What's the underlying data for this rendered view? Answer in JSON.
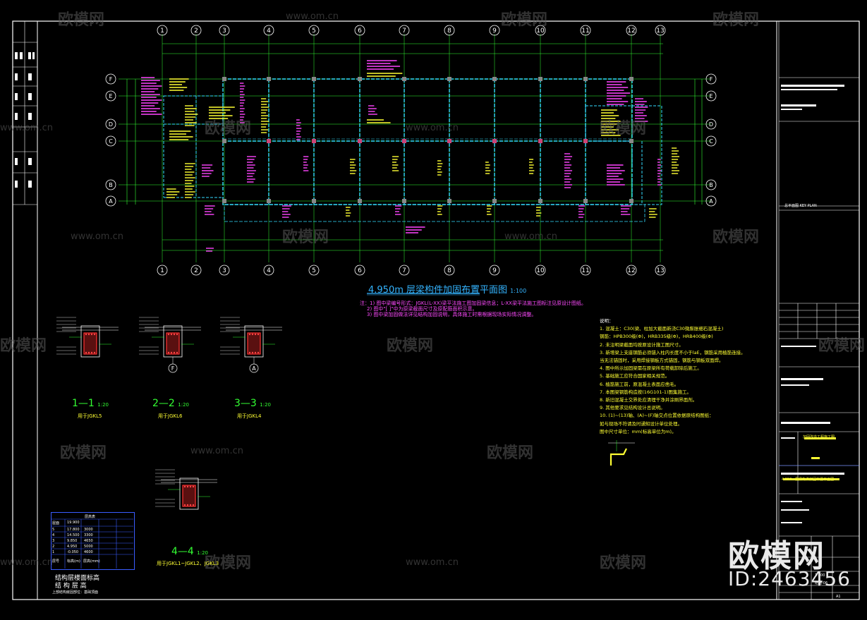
{
  "drawing": {
    "plan_title": "4.950m 层梁构件加固布置平面图",
    "plan_scale": "1:100",
    "plan_notes": [
      "注：1) 图中梁编号形式：JGKL(L-XX)梁平法施工图加固梁信息；L-XX梁平法施工图标注见原设计图纸。",
      "2) 图中\"[ ]\"中为原梁截面尺寸及原配筋面积示意。",
      "3) 图中梁加固做法详见结构加固说明，具体施工时需根据现场实际情况调整。"
    ]
  },
  "grids": {
    "columns": [
      "1",
      "2",
      "3",
      "4",
      "5",
      "6",
      "7",
      "8",
      "9",
      "10",
      "11",
      "12",
      "13"
    ],
    "rows": [
      "F",
      "E",
      "D",
      "C",
      "B",
      "A"
    ]
  },
  "sections": [
    {
      "label": "1—1",
      "scale": "1:20",
      "sub": "用于JGKL5"
    },
    {
      "label": "2—2",
      "scale": "1:20",
      "sub": "用于JGKL6"
    },
    {
      "label": "3—3",
      "scale": "1:20",
      "sub": "用于JGKL4"
    },
    {
      "label": "4—4",
      "scale": "1:20",
      "sub": "用于JGKL1~JGKL2、JGKL3"
    }
  ],
  "notes": {
    "heading": "说明：",
    "items": [
      "1. 混凝土：C30(梁、柱加大截面新浇C30微膨胀细石混凝土)",
      "   钢筋：HPB300级(Φ)，HRB335级(Φ)，HRB400级(Φ)",
      "2. 未注明梁截面均按原设计施工图尺寸。",
      "3. 新增梁上支座钢筋必须锚入柱内长度不小于laE，钢筋采用植筋连接。",
      "   当无法锚固时，采用焊接钢板方式锚固，钢筋与钢板双面焊。",
      "4. 图中所示加固梁需在原梁所有荷载卸除后施工。",
      "5. 基础施工应符合国家相关规范。",
      "6. 植筋施工前，原混凝土表面应凿毛。",
      "7. 本图梁钢筋构造按(16G101-1)图集施工。",
      "8. 新旧混凝土交界处应清理干净并涂刷界面剂。",
      "9. 其他要求见结构设计总说明。",
      "10. (1)~(13)轴、(A)~(F)轴交点位置依据原结构图纸：",
      "   如与现场不符请及时通知设计单位处理。",
      "   图中尺寸单位：mm(标高单位为m)。"
    ]
  },
  "level_table": {
    "title": "结构层楼面标高",
    "subtitle": "结 构 层 高",
    "footer": "上部结构嵌固部位：基础顶面",
    "rows": [
      [
        "屋面",
        "19.900",
        ""
      ],
      [
        "5",
        "17.800",
        "3000"
      ],
      [
        "4",
        "14.500",
        "3300"
      ],
      [
        "3",
        "9.850",
        "4650"
      ],
      [
        "2",
        "4.950",
        "5000"
      ],
      [
        "1",
        "-0.050",
        "4600"
      ]
    ],
    "headers": [
      "层号",
      "标高(m)",
      "层高(mm)"
    ]
  },
  "title_block": {
    "key_plan": "总平面图  KEY PLAN",
    "project_label": "加固改造工程施工图",
    "drawing_name": "4.950m层梁构件加固布置平面图",
    "scale": "1:100",
    "sheet_no": "结施-06",
    "rev": "A1"
  },
  "watermark": {
    "brand": "欧模网",
    "url": "www.om.cn",
    "id": "ID:2463456"
  },
  "colors": {
    "background": "#000000",
    "frame": "#ffffff",
    "grid_line": "#33ff33",
    "beam": "#33ddff",
    "dimension": "#33ff33",
    "annotation_magenta": "#ff44ff",
    "annotation_yellow": "#ffff33",
    "section_red": "#ff3333",
    "title_blue": "#33b4ff"
  }
}
